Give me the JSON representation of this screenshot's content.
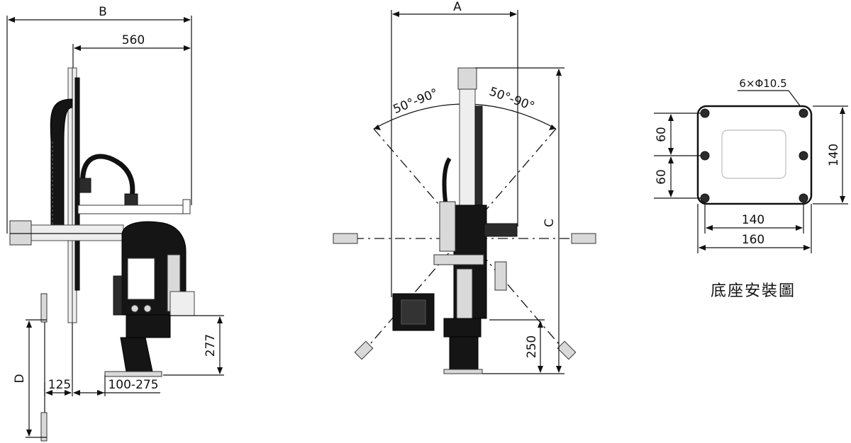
{
  "labels": {
    "dim_b": "B",
    "dim_560": "560",
    "dim_d": "D",
    "dim_125": "125",
    "dim_100_275": "100-275",
    "dim_277": "277",
    "dim_a": "A",
    "angle_left": "50°-90°",
    "angle_right": "50°-90°",
    "dim_c": "C",
    "dim_250": "250",
    "hole_spec": "6×Φ10.5",
    "base_60_top": "60",
    "base_60_bottom": "60",
    "base_140_height": "140",
    "base_140_width": "140",
    "base_160_width": "160",
    "base_title": "底座安裝圖"
  }
}
